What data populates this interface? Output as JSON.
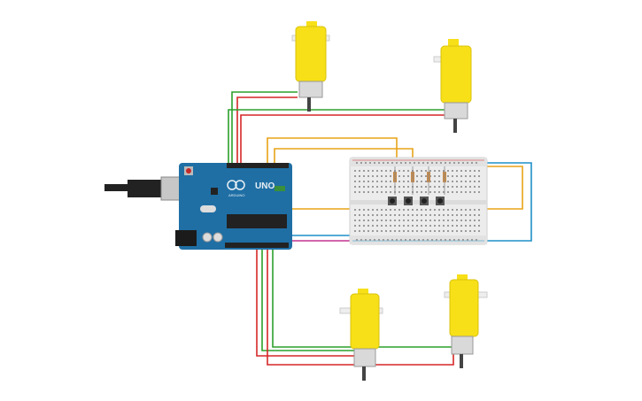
{
  "board": {
    "brand_label": "ARDUINO",
    "model_label": "UNO",
    "pcb_color": "#1f6fa5",
    "accent_color": "#e8f0f5"
  },
  "components": {
    "motors": [
      {
        "id": "motor-top-left"
      },
      {
        "id": "motor-top-right"
      },
      {
        "id": "motor-bottom-left"
      },
      {
        "id": "motor-bottom-right"
      }
    ],
    "breadboard": {
      "rows": 2,
      "sections": 2
    },
    "resistors": 4,
    "pushbuttons": 4
  },
  "wire_colors": {
    "red": "#d62728",
    "green": "#2ca02c",
    "orange": "#e8a317",
    "blue": "#1f8fc8",
    "magenta": "#c2338f"
  },
  "motor_color": "#f7e017"
}
